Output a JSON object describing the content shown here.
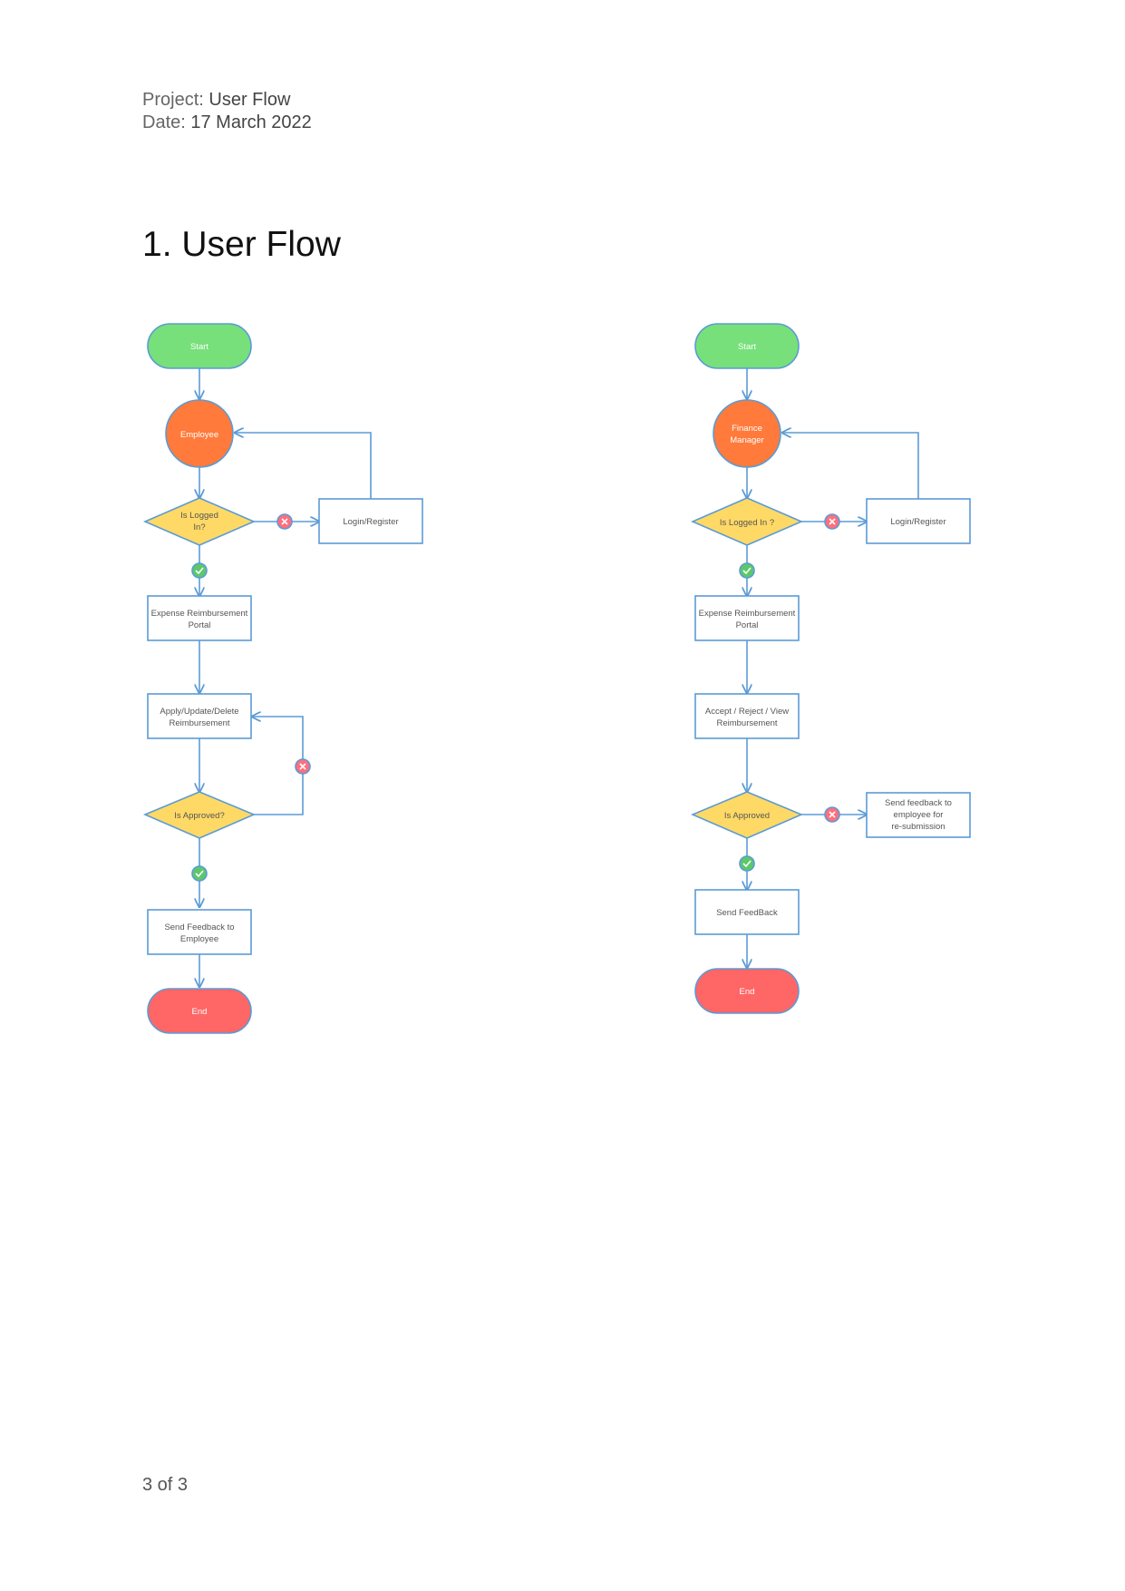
{
  "document": {
    "project_label": "Project:",
    "project_value": "User Flow",
    "date_label": "Date:",
    "date_value": "17 March 2022",
    "heading": "1. User Flow",
    "footer": "3 of 3"
  },
  "colors": {
    "start": "#77e07a",
    "actor": "#ff7a3b",
    "decision": "#ffd966",
    "end": "#ff6666",
    "edge": "#5b9bd5",
    "yes_badge": "#5cc86a",
    "no_badge": "#ff6f7d"
  },
  "employee_flow": {
    "start": "Start",
    "actor": "Employee",
    "decision_login": [
      "Is Logged",
      "In?"
    ],
    "login_register": "Login/Register",
    "portal": [
      "Expense Reimbursement",
      "Portal"
    ],
    "action": [
      "Apply/Update/Delete",
      "Reimbursement"
    ],
    "decision_approved": "Is Approved?",
    "feedback": [
      "Send Feedback to",
      "Employee"
    ],
    "end": "End"
  },
  "finance_flow": {
    "start": "Start",
    "actor": [
      "Finance",
      "Manager"
    ],
    "decision_login": "Is Logged In ?",
    "login_register": "Login/Register",
    "portal": [
      "Expense Reimbursement",
      "Portal"
    ],
    "action": [
      "Accept / Reject / View",
      "Reimbursement"
    ],
    "decision_approved": "Is Approved",
    "resubmission": [
      "Send feedback to",
      "employee for",
      "re-submission"
    ],
    "feedback": "Send FeedBack",
    "end": "End"
  }
}
